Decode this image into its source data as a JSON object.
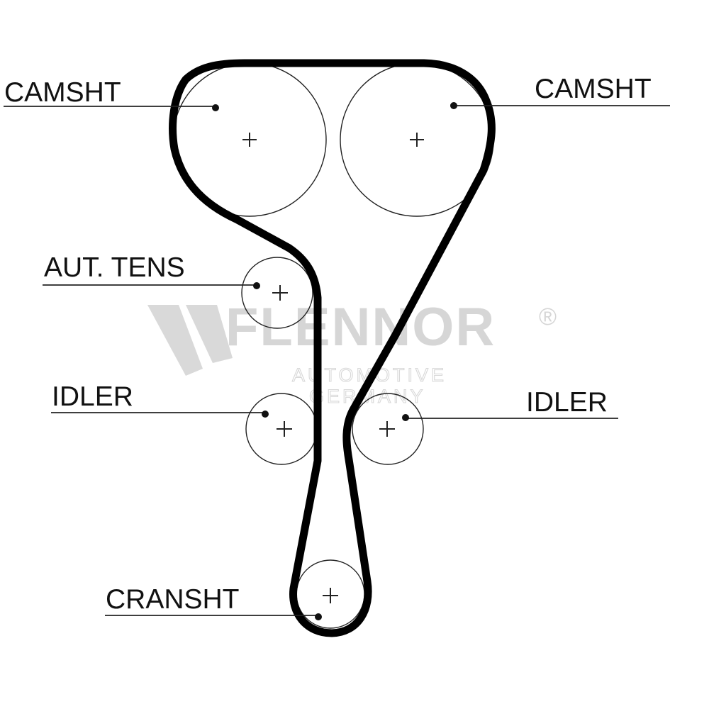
{
  "labels": {
    "camshaft_left": "CAMSHT",
    "camshaft_right": "CAMSHT",
    "auto_tensioner": "AUT. TENS",
    "idler_left": "IDLER",
    "idler_right": "IDLER",
    "crankshaft": "CRANSHT"
  },
  "watermark": {
    "brand": "FLENNOR",
    "registered": "®",
    "line1": "AUTOMOTIVE",
    "line2": "GERMANY"
  },
  "colors": {
    "belt": "#000000",
    "pulley": "#222222",
    "watermark": "#d6d6d6",
    "background": "#ffffff"
  }
}
